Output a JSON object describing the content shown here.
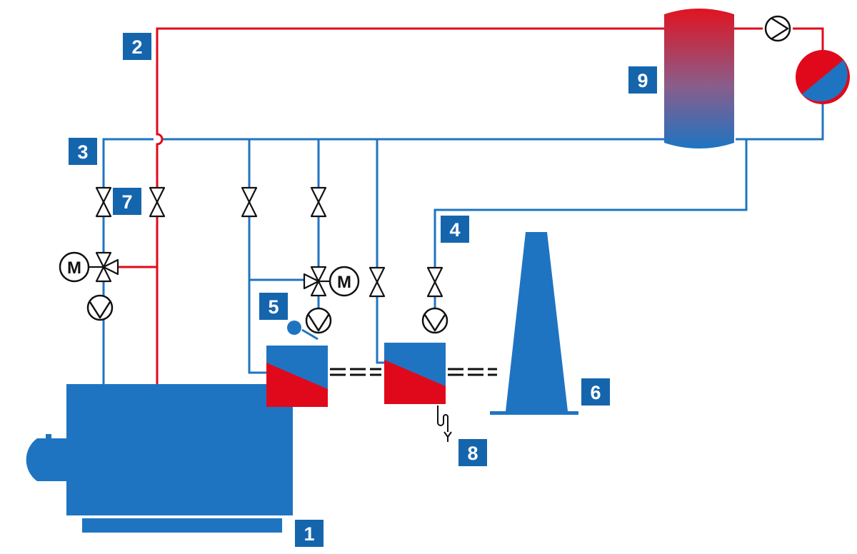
{
  "colors": {
    "blue": "#1f74c2",
    "badge": "#1565ad",
    "red": "#e0091b",
    "line": "#111111"
  },
  "labels": {
    "boiler": "1",
    "flow": "2",
    "return": "3",
    "return_secondary": "4",
    "economizer": "5",
    "chimney": "6",
    "valve": "7",
    "condensate": "8",
    "storage_tank": "9"
  },
  "actuator_letter": "M",
  "icons": [
    "ball-valve-icon",
    "motorized-three-way-valve-icon",
    "pump-icon",
    "heat-consumer-icon",
    "siphon-icon"
  ]
}
